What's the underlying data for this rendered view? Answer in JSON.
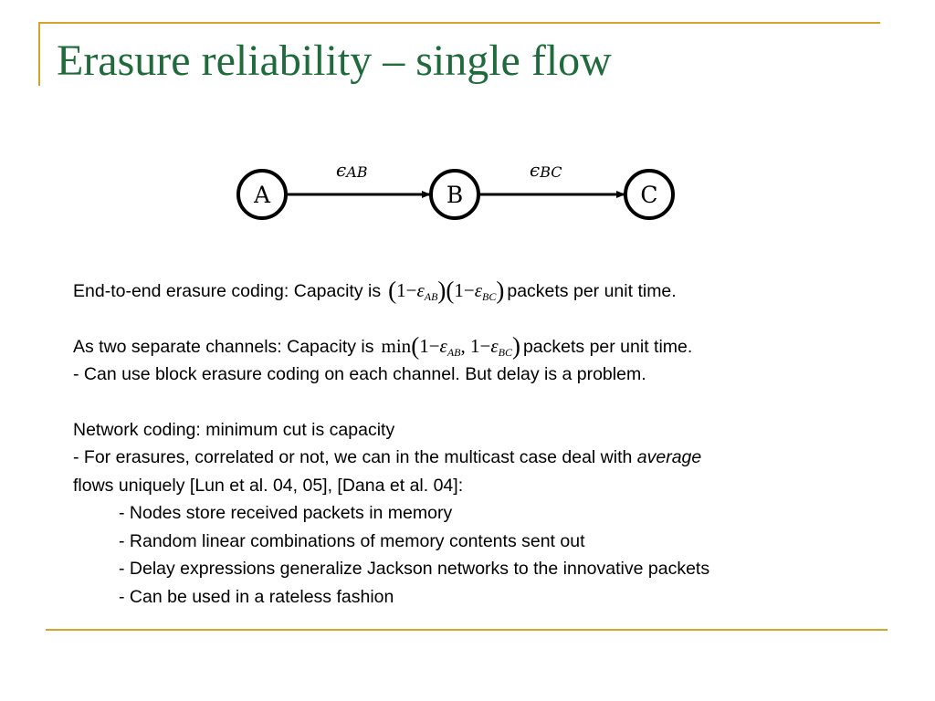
{
  "title": "Erasure reliability – single flow",
  "diagram": {
    "nodes": [
      "A",
      "B",
      "C"
    ],
    "edges": [
      {
        "from": "A",
        "to": "B",
        "label_symbol": "ϵ",
        "label_sub": "AB"
      },
      {
        "from": "B",
        "to": "C",
        "label_symbol": "ϵ",
        "label_sub": "BC"
      }
    ]
  },
  "colors": {
    "title": "#1f6b3b",
    "accent_rule": "#d4a32a"
  },
  "formulas": {
    "end_to_end": {
      "one": "1",
      "minus": "−",
      "eps": "ε",
      "sub_ab": "AB",
      "sub_bc": "BC"
    },
    "separate": {
      "min": "min",
      "one": "1",
      "minus": "−",
      "eps": "ε",
      "sub_ab": "AB",
      "sub_bc": "BC",
      "comma": ","
    }
  },
  "lines": {
    "l1_pre": "End-to-end erasure coding: Capacity is",
    "l1_post": "packets per unit time.",
    "l2_pre": "As two separate channels: Capacity is",
    "l2_post": "packets per unit time.",
    "l3": "- Can use block erasure coding on each channel. But delay is a problem.",
    "l4": "Network coding: minimum cut is capacity",
    "l5_pre": "- For erasures, correlated or not, we can in the multicast case deal with ",
    "l5_em": "average",
    "l6": "flows uniquely [Lun et al. 04, 05], [Dana et al. 04]:",
    "bullets": [
      "- Nodes store received packets in memory",
      "- Random linear combinations of memory contents sent out",
      "- Delay expressions generalize Jackson networks to the innovative packets",
      "- Can be used in a rateless fashion"
    ]
  }
}
